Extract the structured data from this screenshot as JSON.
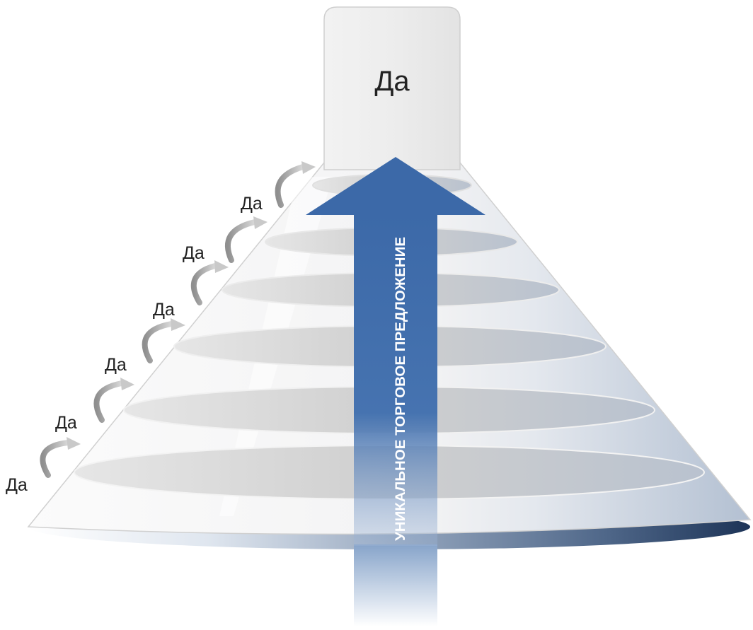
{
  "diagram": {
    "top_label": "Да",
    "arrow_label": "УНИКАЛЬНОЕ ТОРГОВОЕ ПРЕДЛОЖЕНИЕ",
    "side_labels": [
      "Да",
      "Да",
      "Да",
      "Да",
      "Да",
      "Да"
    ],
    "colors": {
      "arrow": "#3c69a8",
      "arrow_dark": "#2f5a98",
      "base_dark": "#1d3457",
      "neck": "#efefef",
      "ring": "#c8c8c8",
      "curl_arrow": "#9a9a9a"
    },
    "icons": [
      "curved-arrow-icon"
    ]
  }
}
